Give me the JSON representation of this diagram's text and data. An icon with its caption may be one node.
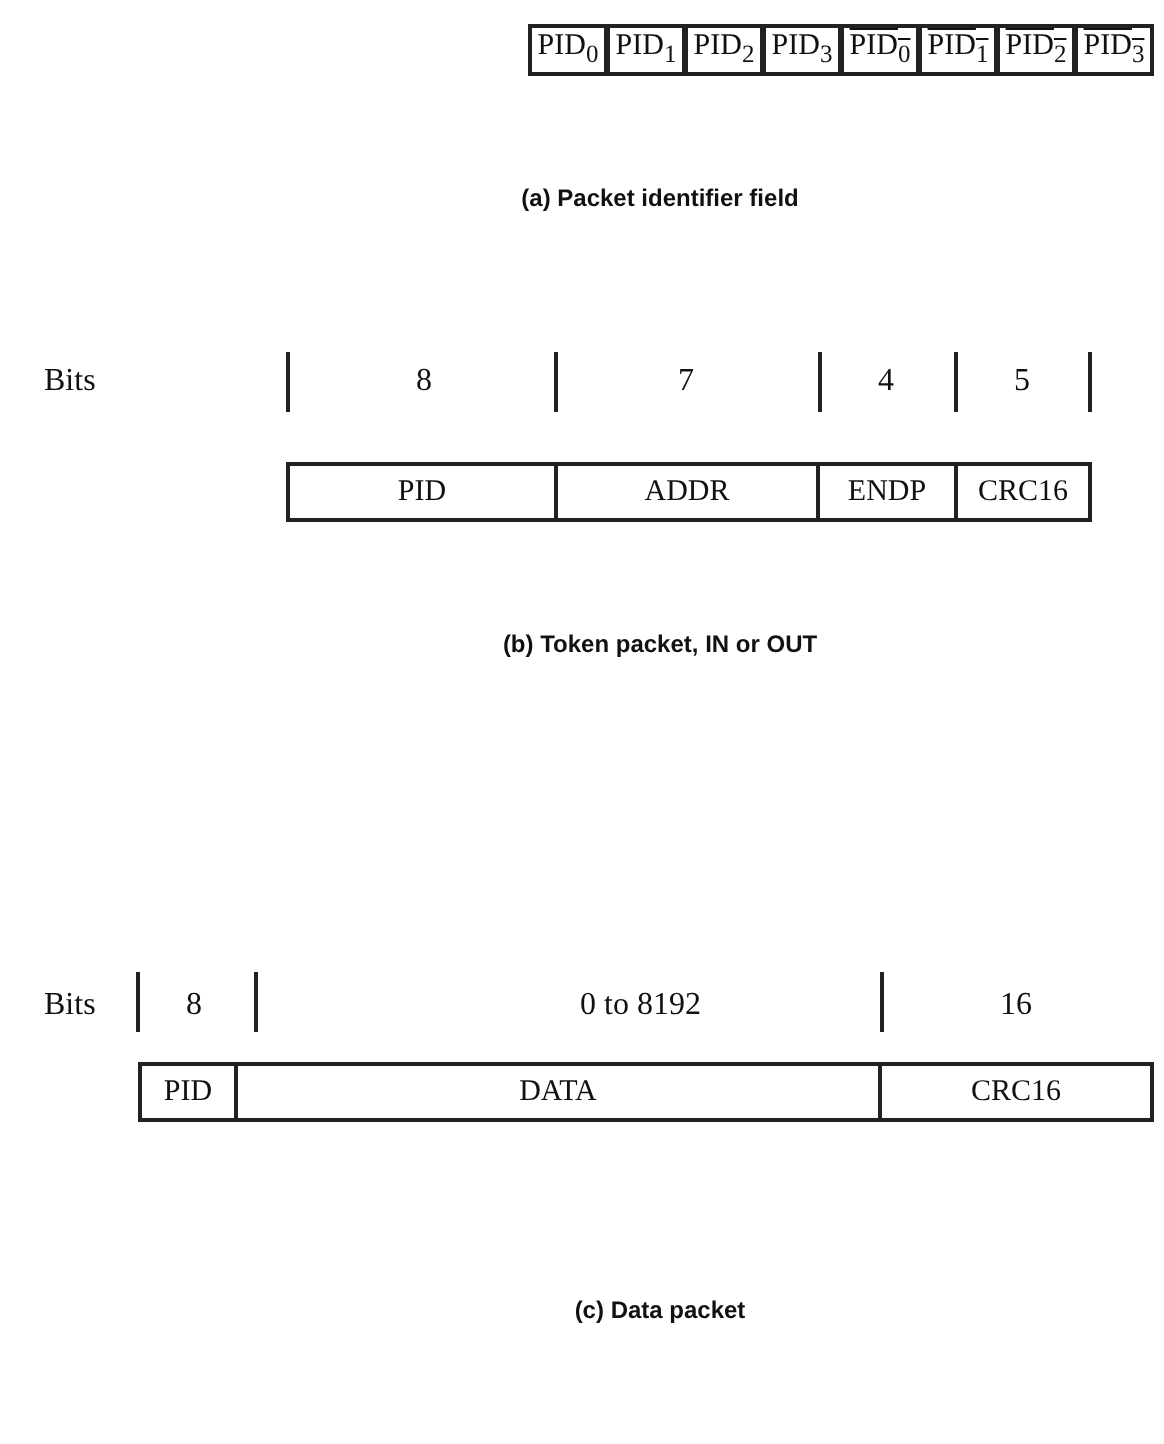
{
  "diagram": {
    "nodes": [
      {
        "text": [
          "PID$_{0}$"
        ]
      },
      {
        "text": [
          "PID$_{1}$"
        ]
      },
      {
        "text": [
          "PID$_{2}$"
        ]
      },
      {
        "text": [
          "PID$_{3}$"
        ]
      },
      {
        "text": [
          "PID$_{0}$"
        ]
      },
      {
        "text": [
          "PID$_{1}$"
        ]
      },
      {
        "text": [
          "PID$_{2}$"
        ]
      },
      {
        "text": [
          "PID$_{3}$"
        ]
      },
      {
        "text": [
          "PID"
        ]
      },
      {
        "text": [
          "ADDR"
        ]
      },
      {
        "text": [
          "ENDP"
        ]
      },
      {
        "text": [
          "CRC16"
        ]
      },
      {
        "text": [
          "PID"
        ]
      },
      {
        "text": [
          "DATA"
        ]
      },
      {
        "text": [
          "CRC16"
        ]
      }
    ],
    "labels": [
      "(a) Packet identifier field",
      "Bits",
      "8",
      "7",
      "4",
      "5",
      "(b) Token packet, IN or OUT",
      "Bits",
      "8",
      "0 to 8192",
      "16",
      "(c) Data packet"
    ]
  }
}
